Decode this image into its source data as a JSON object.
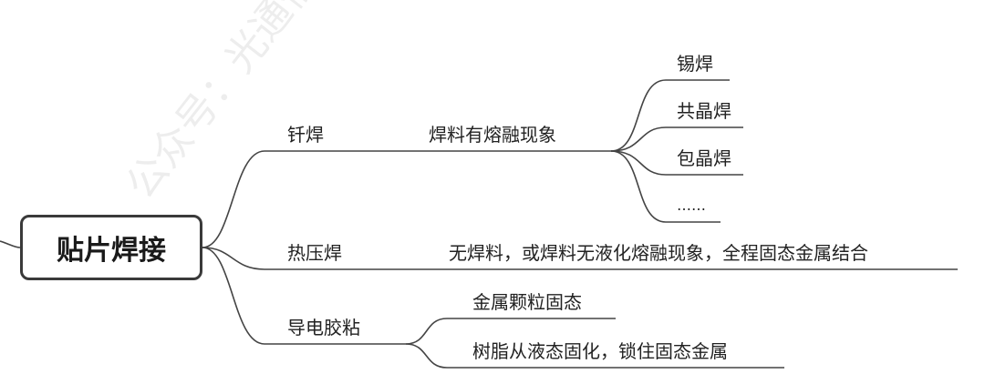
{
  "root": {
    "label": "贴片焊接"
  },
  "branches": [
    {
      "label": "钎焊",
      "detail": "焊料有熔融现象",
      "children": [
        "锡焊",
        "共晶焊",
        "包晶焊",
        "……"
      ]
    },
    {
      "label": "热压焊",
      "detail": "无焊料，或焊料无液化熔融现象，全程固态金属结合"
    },
    {
      "label": "导电胶粘",
      "children": [
        "金属颗粒固态",
        "树脂从液态固化，锁住固态金属"
      ]
    }
  ],
  "watermark": "公众号：光通信女人 @匡匡",
  "colors": {
    "line": "#444444",
    "text": "#222222",
    "root_border": "#3a3a3a"
  }
}
